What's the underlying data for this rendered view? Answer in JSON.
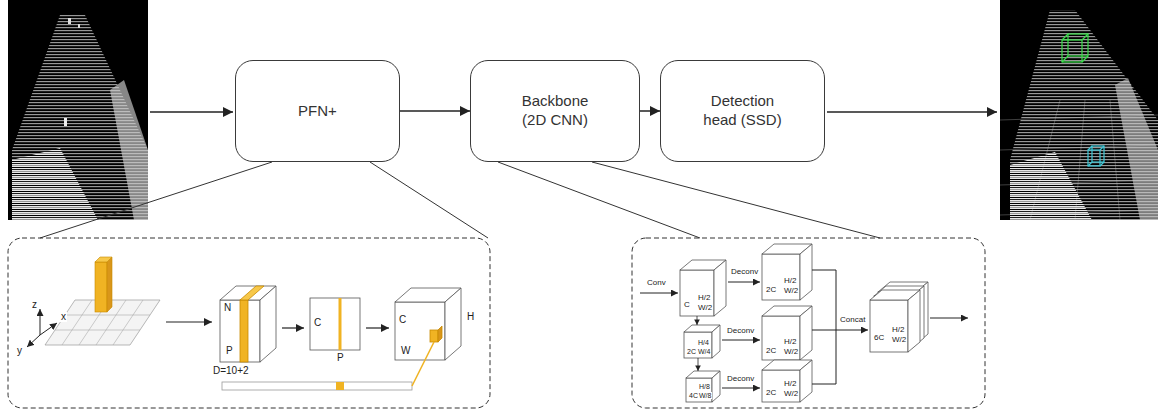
{
  "diagram": {
    "nodes": [
      {
        "text": [
          "PFN+"
        ]
      },
      {
        "text": [
          "Backbone (2D CNN)"
        ]
      },
      {
        "text": [
          "Detection head (SSD)"
        ]
      }
    ],
    "edges": [
      {
        "from": 0,
        "to": 1,
        "arrow": "to"
      },
      {
        "from": 1,
        "to": 2,
        "arrow": "to"
      }
    ],
    "labels": [
      "z",
      "x",
      "y",
      "N",
      "D=10+2",
      "P",
      "C",
      "P",
      "C",
      "H",
      "W",
      "Conv",
      "C",
      "H/2",
      "W/2",
      "Deconv",
      "2C",
      "H/2",
      "W/2",
      "2C",
      "H/4",
      "W/4",
      "Deconv",
      "2C",
      "H/2",
      "W/2",
      "4C",
      "H/8",
      "W/8",
      "Deconv",
      "2C",
      "H/2",
      "W/2",
      "Concat",
      "6C",
      "H/2",
      "W/2"
    ]
  }
}
